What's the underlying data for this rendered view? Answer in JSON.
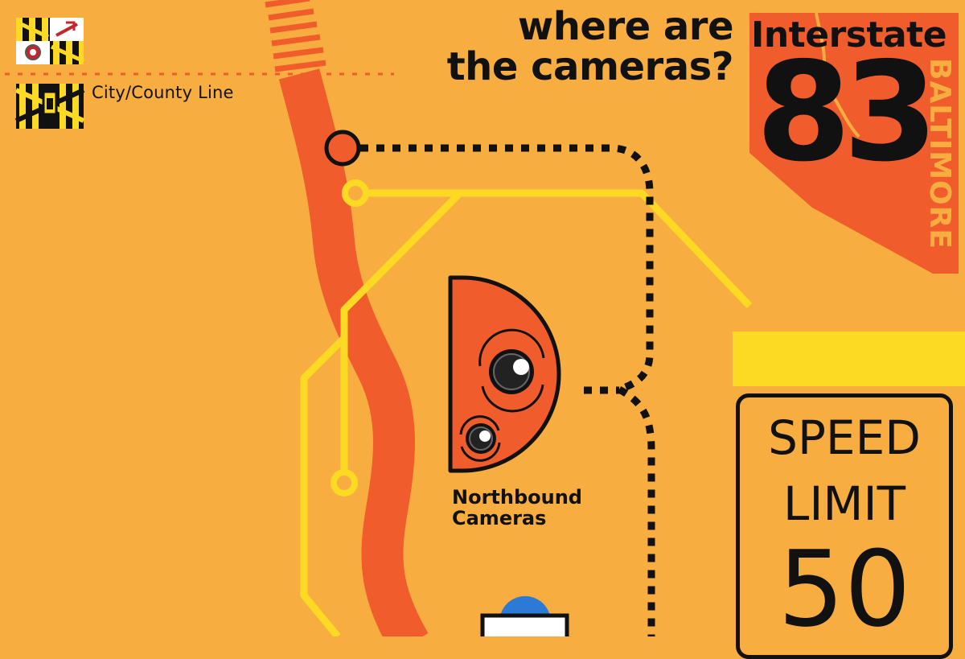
{
  "legend": {
    "label": "City/County Line",
    "icons": [
      "maryland-flag-icon",
      "baltimore-flag-icon"
    ]
  },
  "headline": {
    "line1": "where are",
    "line2": "the cameras?"
  },
  "route_badge": {
    "word": "Interstate",
    "number": "83",
    "city": "BALTIMORE"
  },
  "speed_sign": {
    "line1": "SPEED",
    "line2": "LIMIT",
    "value": "50"
  },
  "cameras": {
    "label_line1": "Northbound",
    "label_line2": "Cameras",
    "icons": [
      "speed-camera-icon",
      "camera-lens-icon"
    ]
  },
  "colors": {
    "background": "#f8ad40",
    "route_orange": "#f05c2b",
    "yellow": "#fcd923",
    "ink": "#111111"
  }
}
